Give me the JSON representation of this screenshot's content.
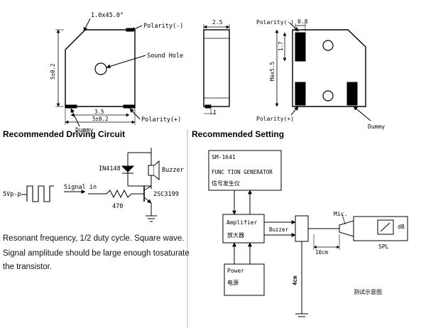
{
  "drawing": {
    "front": {
      "chamfer": "1.0x45.0°",
      "polarity_top": "Polarity(-)",
      "sound_hole": "Sound Hole",
      "height_dim": "5±0.2",
      "width_dim": "5±0.2",
      "pitch_dim": "3.5",
      "dummy": "Dummy",
      "polarity_bottom": "Polarity(+)"
    },
    "side": {
      "width_dim": "2.5",
      "foot_dim": "1"
    },
    "bottom": {
      "polarity_top": "Polarity(-)",
      "pad_dim": "0.8",
      "pad_h_dim": "1.7",
      "max_dim": "Max5.5",
      "polarity_bottom": "Polarity(+)",
      "dummy": "Dummy"
    }
  },
  "driving": {
    "heading": "Recommended Driving Circuit",
    "diode": "IN4148",
    "buzzer": "Buzzer",
    "source": "5Vp-p",
    "signal_in": "Signal in",
    "resistor": "470",
    "transistor": "2SC3199",
    "description_line1": "Resonant frequency, 1/2 duty cycle. Square wave.",
    "description_line2": "Signal amplitude should be large enough tosaturate",
    "description_line3": "the transistor."
  },
  "setting": {
    "heading": "Recommended Setting",
    "generator_line1": "SM-1641",
    "generator_line2": "FUNC TION GENERATOR",
    "generator_line3": "信号发生仪",
    "amplifier_line1": "Amplifier",
    "amplifier_line2": "放大器",
    "buzzer": "Buzzer",
    "mic": "Mic.",
    "meter_unit": "dB",
    "spl": "SPL",
    "distance": "10cm",
    "power_line1": "Power",
    "power_line2": "电源",
    "height": "4cm",
    "caption": "测试示意图"
  }
}
